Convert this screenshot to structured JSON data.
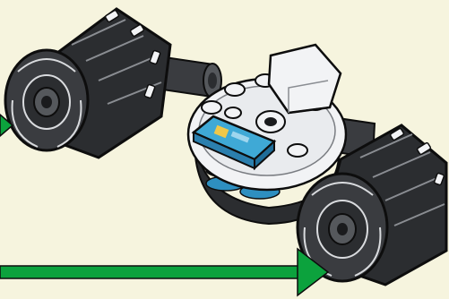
{
  "scene": {
    "subject": "lego-twin-engine-spaceship-build-step",
    "colors": {
      "background": "#f6f4de",
      "arrow_green": "#0ca23d",
      "dark_gray": "#2b2d30",
      "mid_gray": "#55585c",
      "light_gray": "#e9ebee",
      "white_plate": "#f2f3f5",
      "trans_blue": "#3fa9d6",
      "outline": "#0d0d0d"
    },
    "arrows": [
      {
        "name": "left-edge-arrow",
        "direction": "right"
      },
      {
        "name": "bottom-assembly-arrow",
        "direction": "right"
      }
    ],
    "parts": [
      "left-engine-pod-icon",
      "right-engine-pod-icon",
      "center-hub-icon",
      "transparent-blue-tile-icon",
      "wedge-slope-icon"
    ]
  }
}
